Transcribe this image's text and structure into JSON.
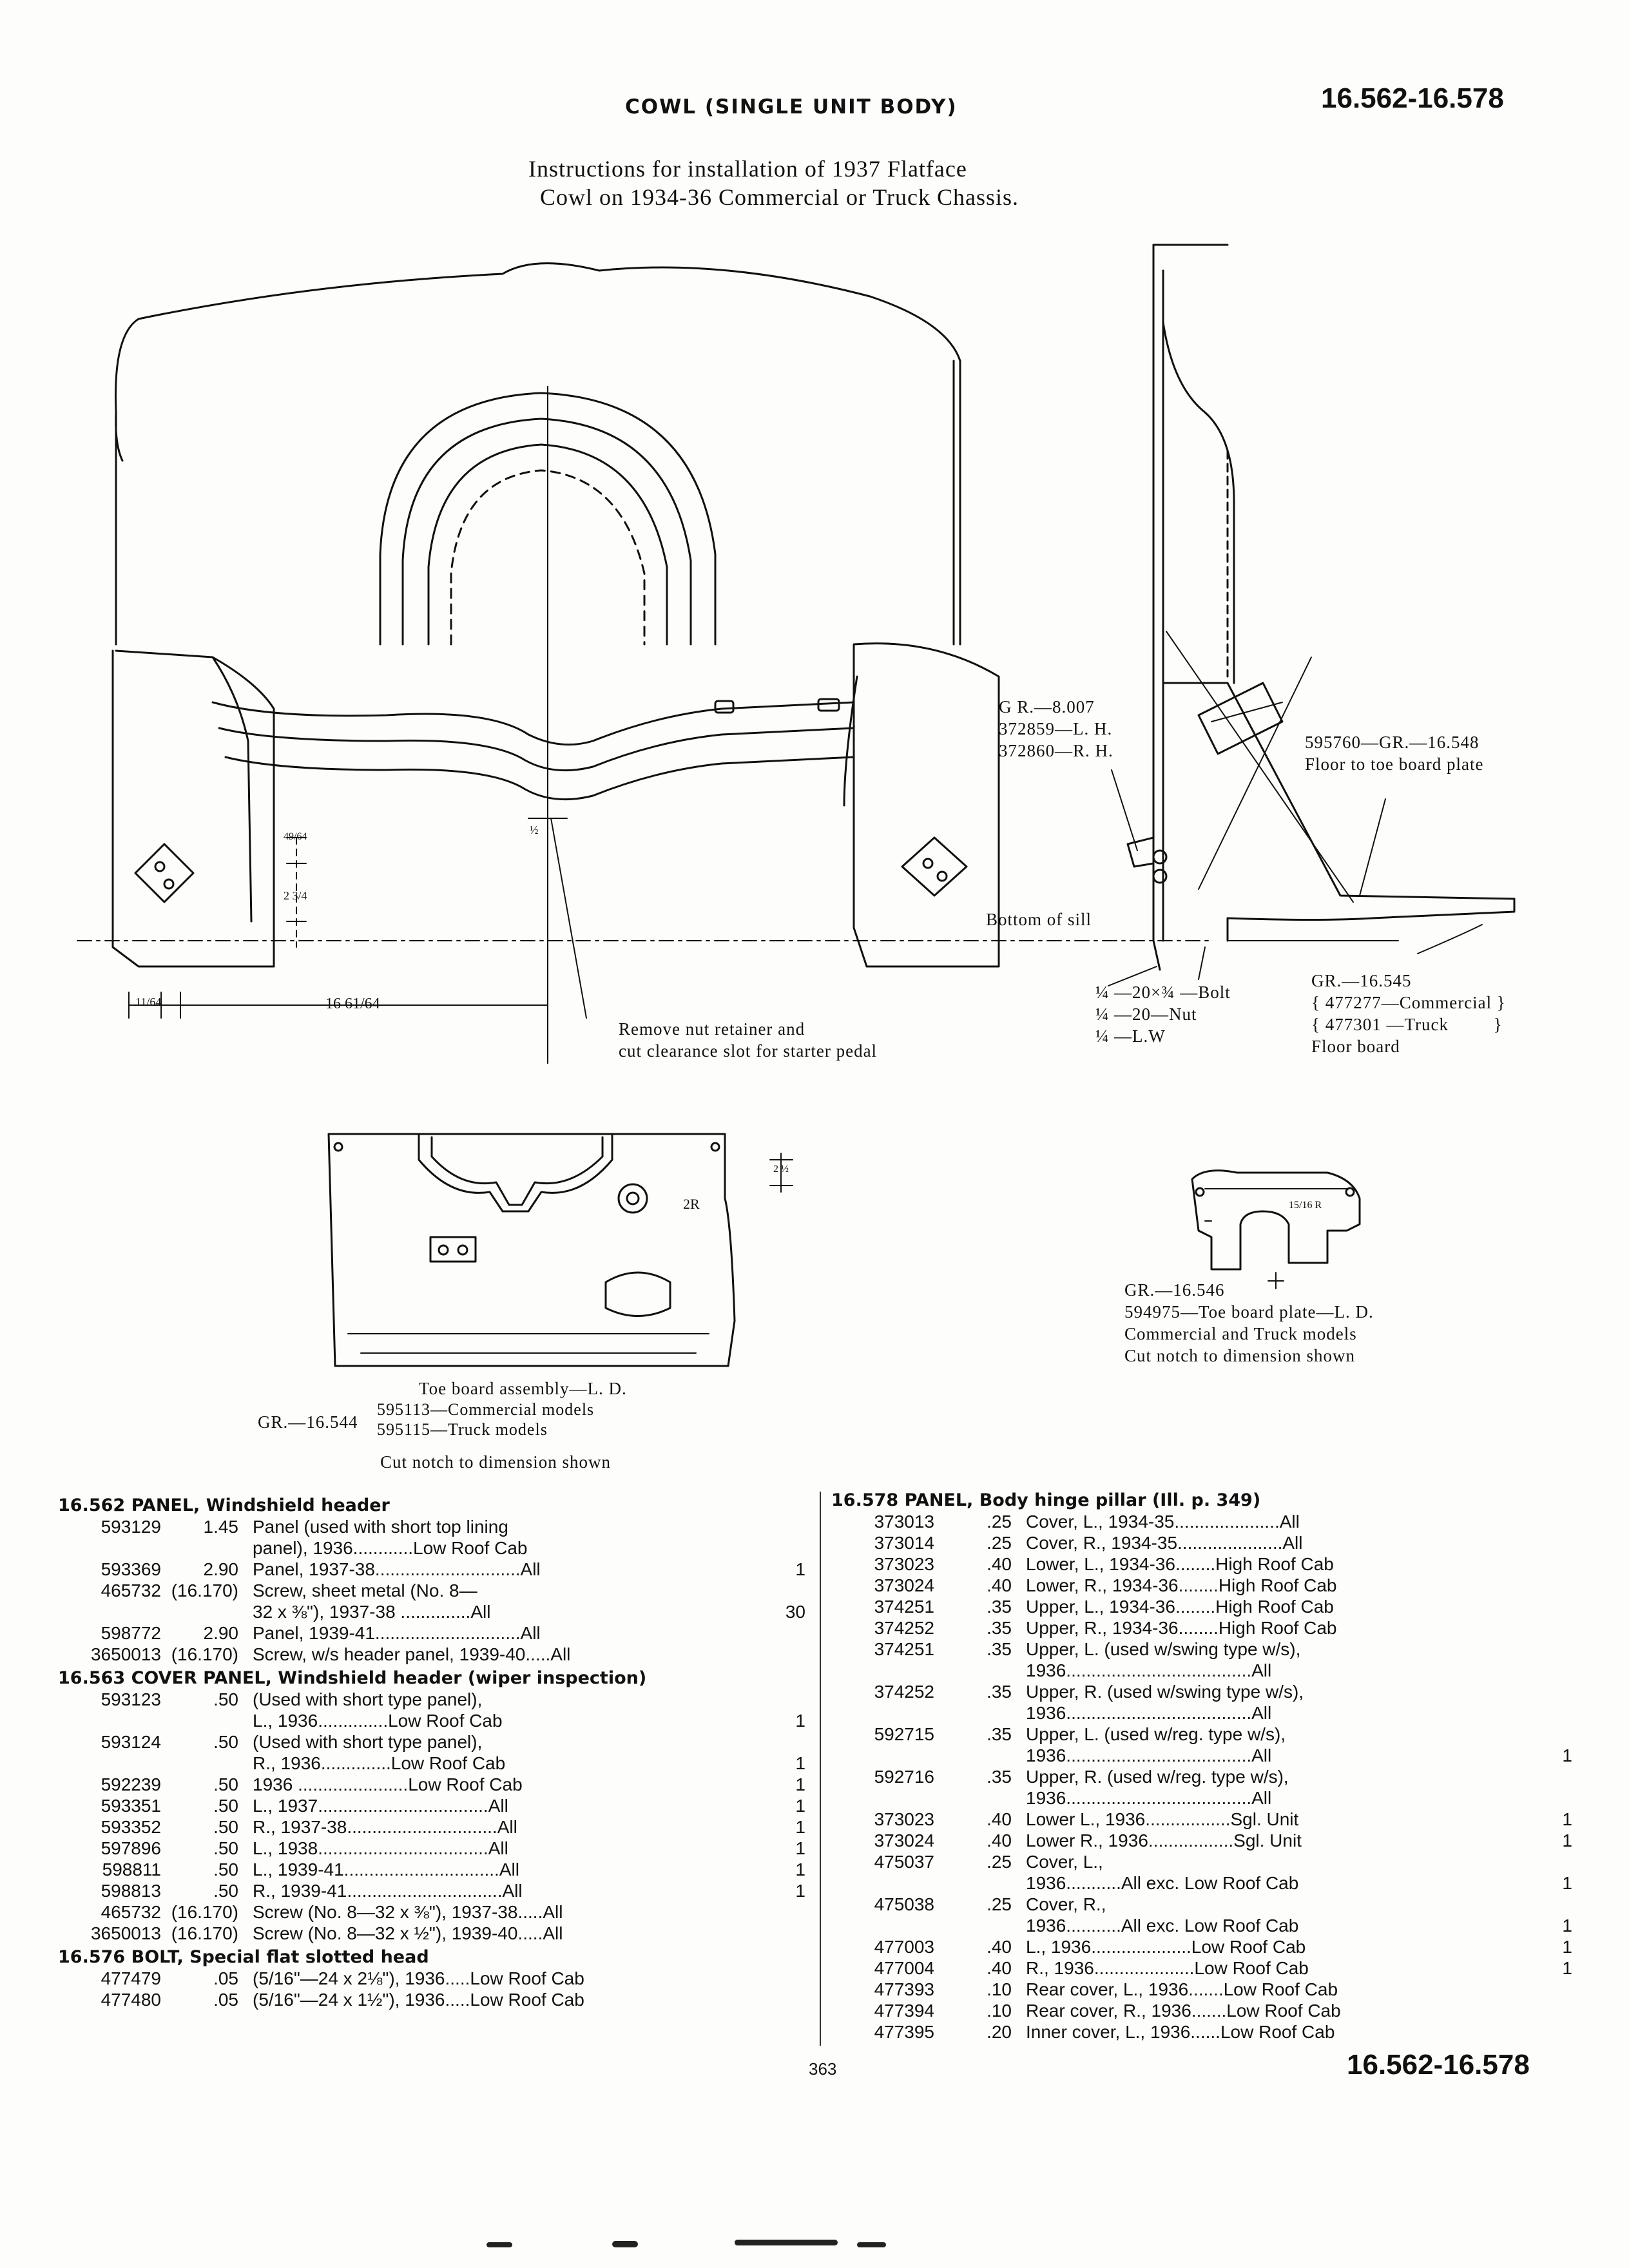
{
  "header": {
    "title": "COWL (SINGLE UNIT BODY)",
    "range_top": "16.562-16.578",
    "range_bottom": "16.562-16.578",
    "page_number": "363"
  },
  "intro": {
    "line1": "Instructions for installation of 1937 Flatface",
    "line2": "Cowl on 1934-36 Commercial or Truck Chassis."
  },
  "labels": {
    "gr8007": "G R.—8.007\n372859—L. H.\n372860—R. H.",
    "gr16548": "595760—GR.—16.548\nFloor to toe board plate",
    "sill": "Bottom of sill",
    "bolt": "¼ —20×¾ —Bolt\n¼ —20—Nut\n¼ —L.W",
    "gr16545": "GR.—16.545\n{ 477277—Commercial }\n{ 477301 —Truck         }\nFloor board",
    "remove": "Remove nut retainer and\ncut clearance slot for starter pedal",
    "gr16546": "GR.—16.546\n594975—Toe board plate—L. D.\nCommercial and Truck models\nCut notch to dimension shown",
    "toe_assembly": "Toe board assembly—L. D.",
    "gr16544": "GR.—16.544",
    "gr16544_lines": "595113—Commercial models\n595115—Truck models",
    "cut_notch": "Cut notch to dimension shown",
    "dim_1661": "16 61/64",
    "dim_11_64": "11/64",
    "dim_half": "½",
    "dim_49": "49/64",
    "dim_2_3_4": "2 3/4",
    "dim_2r": "2R",
    "dim_15r": "15/16 R",
    "dim_2_1_2": "2 ½"
  },
  "left": [
    {
      "code": "16.562",
      "title": "PANEL, Windshield header"
    },
    {
      "pn": "593129",
      "pr": "1.45",
      "ds": "Panel (used with short top lining",
      "qt": ""
    },
    {
      "cont": "panel), 1936............Low Roof Cab"
    },
    {
      "pn": "593369",
      "pr": "2.90",
      "ds": "Panel, 1937-38.............................All",
      "qt": "1"
    },
    {
      "pn": "465732",
      "pr": "(16.170)",
      "ds": "Screw, sheet metal (No. 8—",
      "qt": ""
    },
    {
      "cont": "32 x ⅜\"), 1937-38 ..............All",
      "qt": "30"
    },
    {
      "pn": "598772",
      "pr": "2.90",
      "ds": "Panel, 1939-41.............................All",
      "qt": ""
    },
    {
      "pn": "3650013",
      "pr": "(16.170)",
      "ds": "Screw, w/s header panel, 1939-40.....All",
      "qt": ""
    },
    {
      "code": "16.563",
      "title": "COVER PANEL, Windshield header (wiper inspection)"
    },
    {
      "pn": "593123",
      "pr": ".50",
      "ds": "(Used with short type panel),",
      "qt": ""
    },
    {
      "cont": "L., 1936..............Low Roof Cab",
      "qt": "1"
    },
    {
      "pn": "593124",
      "pr": ".50",
      "ds": "(Used with short type panel),",
      "qt": ""
    },
    {
      "cont": "R., 1936..............Low Roof Cab",
      "qt": "1"
    },
    {
      "pn": "592239",
      "pr": ".50",
      "ds": "1936 ......................Low Roof Cab",
      "qt": "1"
    },
    {
      "pn": "593351",
      "pr": ".50",
      "ds": "L., 1937..................................All",
      "qt": "1"
    },
    {
      "pn": "593352",
      "pr": ".50",
      "ds": "R., 1937-38..............................All",
      "qt": "1"
    },
    {
      "pn": "597896",
      "pr": ".50",
      "ds": "L., 1938..................................All",
      "qt": "1"
    },
    {
      "pn": "598811",
      "pr": ".50",
      "ds": "L., 1939-41...............................All",
      "qt": "1"
    },
    {
      "pn": "598813",
      "pr": ".50",
      "ds": "R., 1939-41...............................All",
      "qt": "1"
    },
    {
      "pn": "465732",
      "pr": "(16.170)",
      "ds": "Screw (No. 8—32 x ⅜\"), 1937-38.....All",
      "qt": ""
    },
    {
      "pn": "3650013",
      "pr": "(16.170)",
      "ds": "Screw (No. 8—32 x ½\"), 1939-40.....All",
      "qt": ""
    },
    {
      "code": "16.576",
      "title": "BOLT, Special flat slotted head"
    },
    {
      "pn": "477479",
      "pr": ".05",
      "ds": "(5/16\"—24 x 2⅛\"), 1936.....Low Roof Cab",
      "qt": ""
    },
    {
      "pn": "477480",
      "pr": ".05",
      "ds": "(5/16\"—24 x 1½\"), 1936.....Low Roof Cab",
      "qt": ""
    }
  ],
  "right": [
    {
      "code": "16.578",
      "title": "PANEL, Body hinge pillar (Ill. p. 349)"
    },
    {
      "pn": "373013",
      "pr": ".25",
      "ds": "Cover, L., 1934-35.....................All",
      "qt": ""
    },
    {
      "pn": "373014",
      "pr": ".25",
      "ds": "Cover, R., 1934-35.....................All",
      "qt": ""
    },
    {
      "pn": "373023",
      "pr": ".40",
      "ds": "Lower, L., 1934-36........High Roof Cab",
      "qt": ""
    },
    {
      "pn": "373024",
      "pr": ".40",
      "ds": "Lower, R., 1934-36........High Roof Cab",
      "qt": ""
    },
    {
      "pn": "374251",
      "pr": ".35",
      "ds": "Upper, L., 1934-36........High Roof Cab",
      "qt": ""
    },
    {
      "pn": "374252",
      "pr": ".35",
      "ds": "Upper, R., 1934-36........High Roof Cab",
      "qt": ""
    },
    {
      "pn": "374251",
      "pr": ".35",
      "ds": "Upper, L. (used w/swing type w/s),",
      "qt": ""
    },
    {
      "cont": "1936.....................................All",
      "qt": ""
    },
    {
      "pn": "374252",
      "pr": ".35",
      "ds": "Upper, R. (used w/swing type w/s),",
      "qt": ""
    },
    {
      "cont": "1936.....................................All",
      "qt": ""
    },
    {
      "pn": "592715",
      "pr": ".35",
      "ds": "Upper, L. (used w/reg. type w/s),",
      "qt": ""
    },
    {
      "cont": "1936.....................................All",
      "qt": "1"
    },
    {
      "pn": "592716",
      "pr": ".35",
      "ds": "Upper, R. (used w/reg. type w/s),",
      "qt": ""
    },
    {
      "cont": "1936.....................................All",
      "qt": ""
    },
    {
      "pn": "373023",
      "pr": ".40",
      "ds": "Lower L., 1936.................Sgl. Unit",
      "qt": "1"
    },
    {
      "pn": "373024",
      "pr": ".40",
      "ds": "Lower R., 1936.................Sgl. Unit",
      "qt": "1"
    },
    {
      "pn": "475037",
      "pr": ".25",
      "ds": "Cover, L.,",
      "qt": ""
    },
    {
      "cont": "1936...........All exc. Low Roof Cab",
      "qt": "1"
    },
    {
      "pn": "475038",
      "pr": ".25",
      "ds": "Cover, R.,",
      "qt": ""
    },
    {
      "cont": "1936...........All exc. Low Roof Cab",
      "qt": "1"
    },
    {
      "pn": "477003",
      "pr": ".40",
      "ds": "L., 1936....................Low Roof Cab",
      "qt": "1"
    },
    {
      "pn": "477004",
      "pr": ".40",
      "ds": "R., 1936....................Low Roof Cab",
      "qt": "1"
    },
    {
      "pn": "477393",
      "pr": ".10",
      "ds": "Rear cover, L., 1936.......Low Roof Cab",
      "qt": ""
    },
    {
      "pn": "477394",
      "pr": ".10",
      "ds": "Rear cover, R., 1936.......Low Roof Cab",
      "qt": ""
    },
    {
      "pn": "477395",
      "pr": ".20",
      "ds": "Inner cover, L., 1936......Low Roof Cab",
      "qt": ""
    }
  ]
}
